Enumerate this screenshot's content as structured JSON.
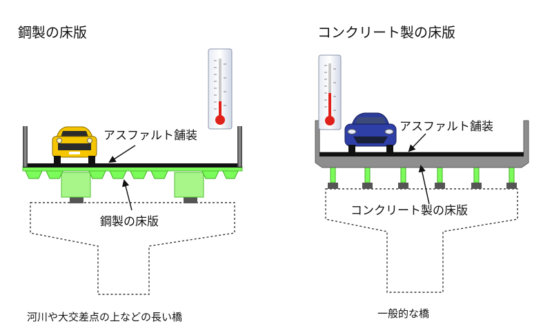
{
  "left": {
    "title": "鋼製の床版",
    "pavement_label": "アスファルト舗装",
    "deck_label": "鋼製の床版",
    "caption": "河川や大交差点の上などの長い橋"
  },
  "right": {
    "title": "コンクリート製の床版",
    "pavement_label": "アスファルト舗装",
    "deck_label": "コンクリート製の床版",
    "caption": "一般的な橋"
  },
  "colors": {
    "steel_deck": "#7CFC5A",
    "pier_fill": "#A8F58A",
    "concrete": "#8E8E8E",
    "asphalt": "#111111",
    "thermo_red": "#E0201A"
  },
  "icons": [
    "thermometer-icon",
    "yellow-car-icon",
    "blue-car-icon"
  ]
}
